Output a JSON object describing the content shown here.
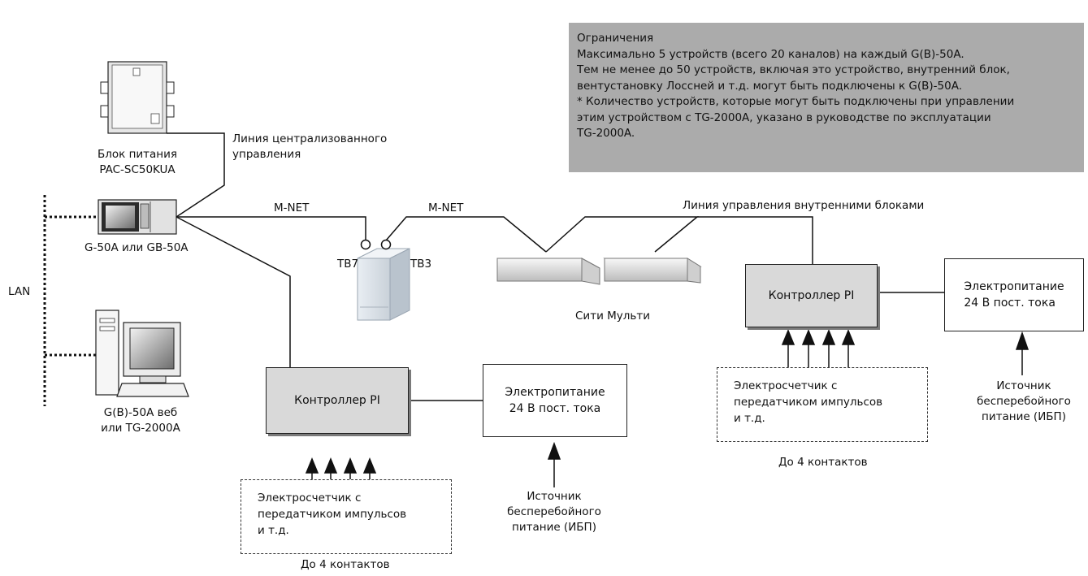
{
  "note": {
    "title": "Ограничения",
    "lines": [
      "Максимально 5 устройств (всего 20 каналов) на каждый G(B)-50A.",
      "Тем не менее до 50 устройств, включая это устройство, внутренний блок,",
      "вентустановку Лоссней и т.д. могут быть подключены к G(B)-50A.",
      "* Количество устройств, которые могут быть подключены при управлении",
      "этим устройством с TG-2000A, указано в руководстве по эксплуатации",
      "TG-2000A."
    ]
  },
  "labels": {
    "power_unit_1": "Блок питания",
    "power_unit_2": "PAC-SC50KUA",
    "central_line_1": "Линия централизованного",
    "central_line_2": "управления",
    "g50a": "G-50A или GB-50A",
    "lan": "LAN",
    "web_1": "G(B)-50A веб",
    "web_2": "или TG-2000A",
    "mnet_1": "M-NET",
    "mnet_2": "M-NET",
    "tb7": "TB7",
    "tb3": "TB3",
    "indoor_line": "Линия управления внутренними блоками",
    "city_multi": "Сити Мульти"
  },
  "left_group": {
    "pi": "Контроллер PI",
    "psu_1": "Электропитание",
    "psu_2": "24 В пост. тока",
    "meter_1": "Электросчетчик с",
    "meter_2": "передатчиком импульсов",
    "meter_3": "и т.д.",
    "contacts": "До 4 контактов",
    "ups_1": "Источник",
    "ups_2": "бесперебойного",
    "ups_3": "питание (ИБП)"
  },
  "right_group": {
    "pi": "Контроллер PI",
    "psu_1": "Электропитание",
    "psu_2": "24 В пост. тока",
    "meter_1": "Электросчетчик с",
    "meter_2": "передатчиком импульсов",
    "meter_3": "и т.д.",
    "contacts": "До 4 контактов",
    "ups_1": "Источник",
    "ups_2": "бесперебойного",
    "ups_3": "питание (ИБП)"
  },
  "colors": {
    "note_bg": "#ababab",
    "pi_bg": "#d9d9d9",
    "line": "#111111"
  }
}
